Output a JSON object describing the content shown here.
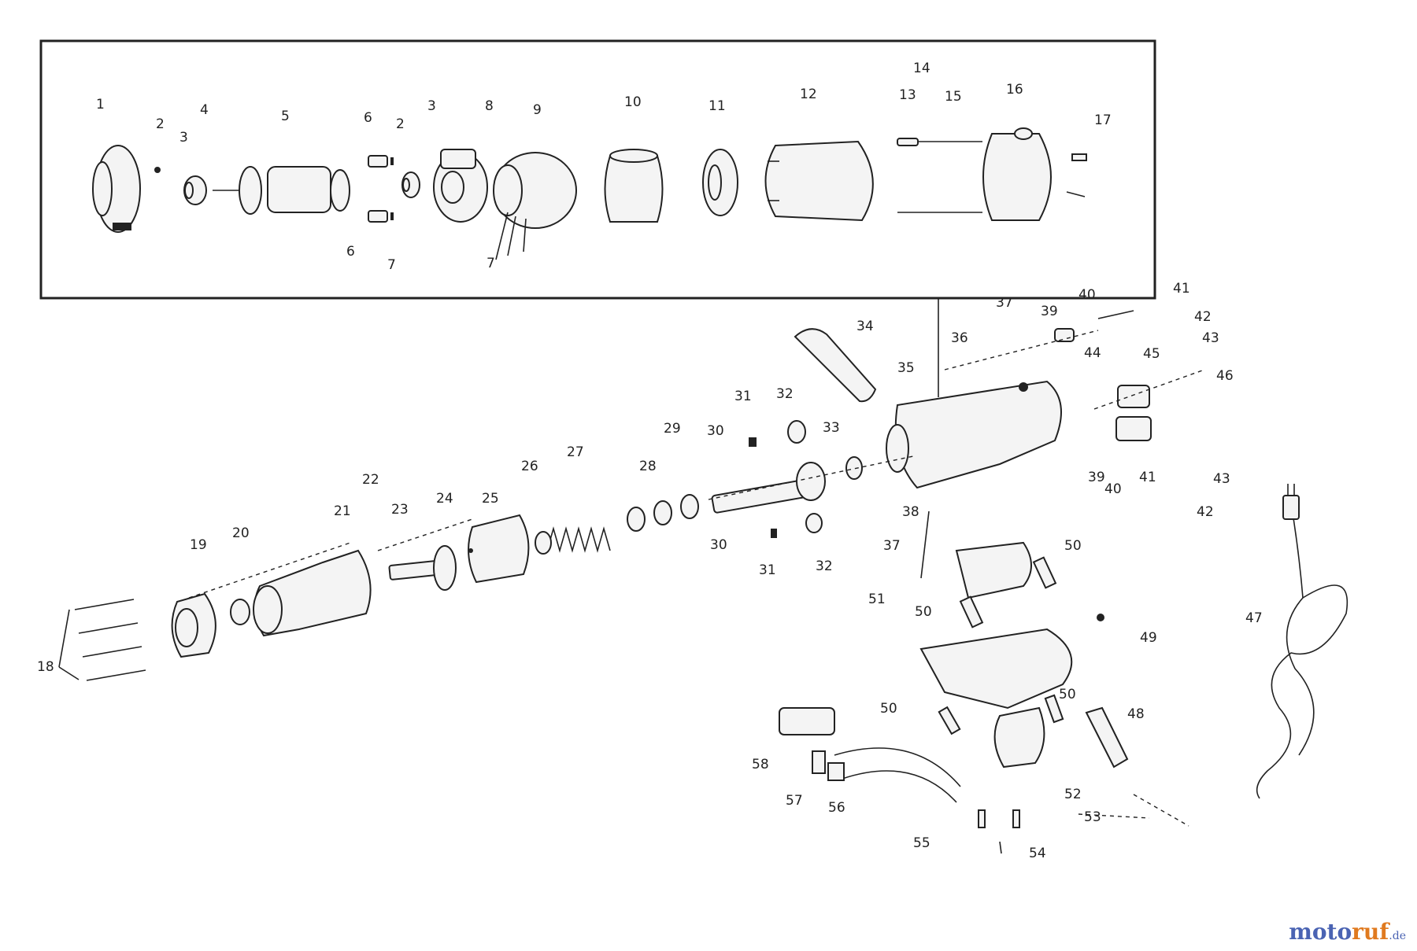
{
  "diagram": {
    "part_numbers": [
      "1",
      "2",
      "3",
      "4",
      "5",
      "6",
      "6",
      "2",
      "3",
      "8",
      "9",
      "7",
      "7",
      "10",
      "11",
      "12",
      "14",
      "13",
      "15",
      "16",
      "17",
      "34",
      "35",
      "37",
      "40",
      "41",
      "39",
      "42",
      "43",
      "36",
      "44",
      "45",
      "46",
      "31",
      "32",
      "33",
      "30",
      "29",
      "27",
      "26",
      "28",
      "25",
      "24",
      "23",
      "22",
      "21",
      "20",
      "19",
      "18",
      "30",
      "31",
      "32",
      "39",
      "40",
      "41",
      "43",
      "42",
      "38",
      "37",
      "50",
      "51",
      "50",
      "49",
      "50",
      "50",
      "48",
      "58",
      "57",
      "56",
      "52",
      "53",
      "55",
      "54",
      "47"
    ]
  },
  "watermark": {
    "part1": "moto",
    "part2": "ruf",
    "part3": ".de"
  }
}
